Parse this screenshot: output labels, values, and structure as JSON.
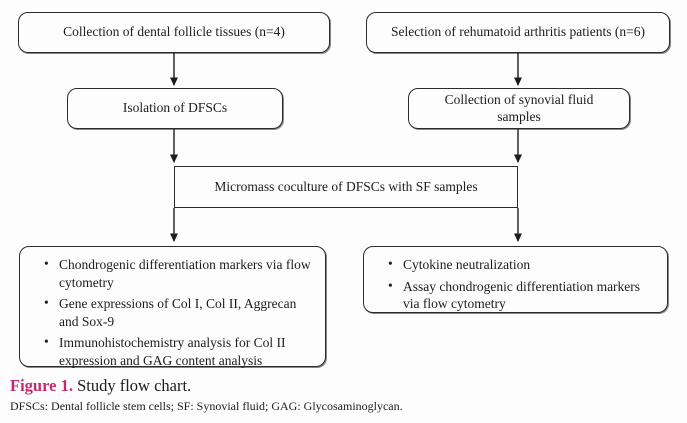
{
  "figure": {
    "caption": {
      "label": "Figure 1.",
      "text": "Study flow chart."
    },
    "footnote": "DFSCs: Dental follicle stem cells; SF: Synovial fluid; GAG: Glycosaminoglycan.",
    "accent_color": "#c32a72",
    "line_color": "#1c1c1c"
  },
  "flowchart": {
    "nodes": {
      "collect_tissues": {
        "label": "Collection of dental follicle tissues (n=4)"
      },
      "select_patients": {
        "label": "Selection of rehumatoid arthritis patients (n=6)"
      },
      "isolate_dfscs": {
        "label": "Isolation of DFSCs"
      },
      "collect_sf": {
        "label": "Collection of synovial fluid samples"
      },
      "coculture": {
        "label": "Micromass coculture of DFSCs with SF samples"
      },
      "dfsc_outcomes": {
        "bullets": [
          "Chondrogenic differentiation markers via flow cytometry",
          "Gene expressions of Col I, Col II, Aggrecan and Sox-9",
          "Immunohistochemistry analysis for Col II expression and GAG content analysis"
        ]
      },
      "sf_outcomes": {
        "bullets": [
          "Cytokine neutralization",
          "Assay chondrogenic differentiation markers via flow cytometry"
        ]
      }
    },
    "edges": [
      {
        "from": "collect_tissues",
        "to": "isolate_dfscs"
      },
      {
        "from": "select_patients",
        "to": "collect_sf"
      },
      {
        "from": "isolate_dfscs",
        "to": "coculture"
      },
      {
        "from": "collect_sf",
        "to": "coculture"
      },
      {
        "from": "coculture",
        "to": "dfsc_outcomes"
      },
      {
        "from": "coculture",
        "to": "sf_outcomes"
      }
    ]
  }
}
